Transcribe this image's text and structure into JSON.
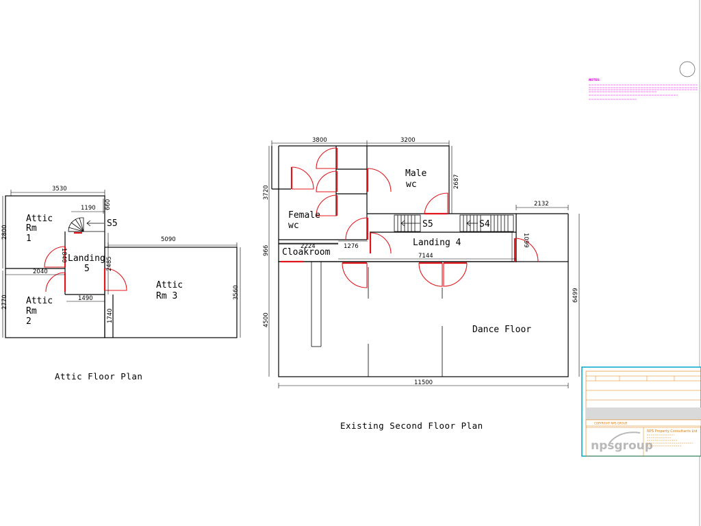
{
  "attic": {
    "title": "Attic Floor Plan",
    "rooms": {
      "attic1": [
        "Attic",
        "Rm",
        "1"
      ],
      "attic2": [
        "Attic",
        "Rm",
        "2"
      ],
      "attic3": [
        "Attic",
        "Rm 3"
      ],
      "landing5": [
        "Landing",
        "5"
      ]
    },
    "stair_label": "S5",
    "dims": {
      "top": "3530",
      "stair_w": "1190",
      "stair_h": "660",
      "left_h1": "2800",
      "door_v": "1840",
      "left_w2": "2040",
      "land_h": "2485",
      "land_w": "1490",
      "left_h2": "2770",
      "rm3_w": "5090",
      "rm3_h": "3560",
      "small_v": "1740"
    }
  },
  "second": {
    "title": "Existing Second Floor Plan",
    "rooms": {
      "female": [
        "Female",
        "wc"
      ],
      "male": [
        "Male",
        "wc"
      ],
      "cloak": "Cloakroom",
      "landing4": "Landing 4",
      "dance": "Dance Floor"
    },
    "stairs": [
      "S5",
      "S4"
    ],
    "dims": {
      "top1": "3800",
      "top2": "3200",
      "left1": "3720",
      "male_h": "2687",
      "right_w": "2132",
      "cloak_w": "2224",
      "c_w2": "1276",
      "landing_h": "1099",
      "left2": "966",
      "land_w": "7144",
      "left3": "4500",
      "right_h": "6499",
      "bottom": "11500"
    }
  },
  "sheet": {
    "notes_heading": "NOTES:",
    "logo": "npsgroup",
    "company": "NPS Property Consultants Ltd",
    "copyright": "COPYRIGHT NPS GROUP"
  },
  "colors": {
    "walls": "#000000",
    "doors": "#e0141b",
    "notes": "#d400d4",
    "titleblock": "#e07b00"
  }
}
